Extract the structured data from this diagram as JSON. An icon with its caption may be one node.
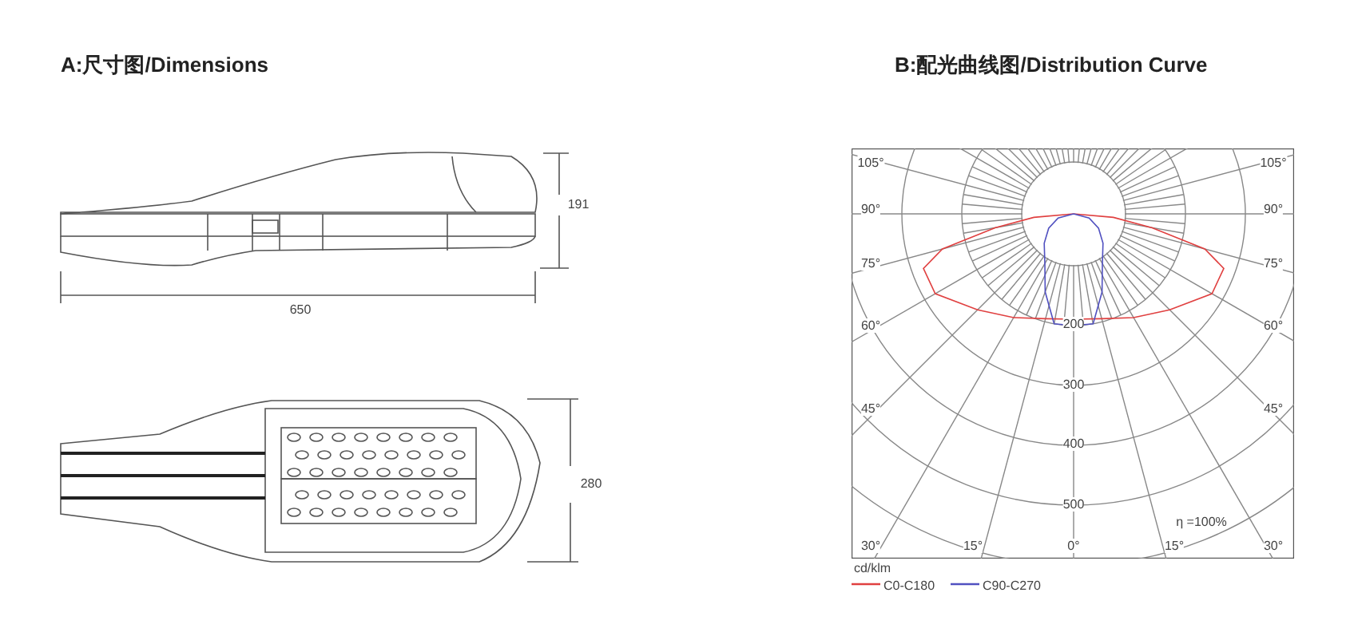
{
  "diagram": {
    "labels": [
      "A:尺寸图/Dimensions",
      "B:配光曲线图/Distribution Curve",
      "191",
      "650",
      "280",
      "105°",
      "105°",
      "90°",
      "90°",
      "75°",
      "75°",
      "60°",
      "60°",
      "45°",
      "45°",
      "30°",
      "15°",
      "0°",
      "15°",
      "30°",
      "200",
      "300",
      "400",
      "500",
      "η =100%",
      "cd/klm"
    ],
    "legend": [
      {
        "text": "C0-C180"
      },
      {
        "text": "C90-C270"
      }
    ]
  }
}
